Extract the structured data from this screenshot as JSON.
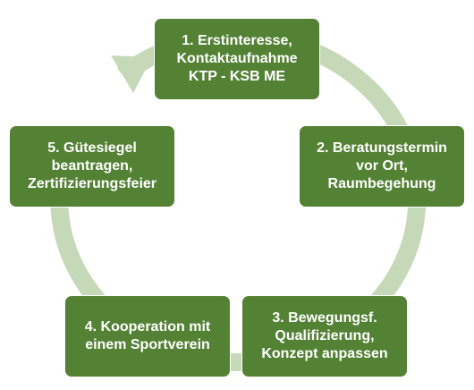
{
  "diagram": {
    "type": "cycle",
    "ring_color": "#c5d9b8",
    "box_color": "#548235",
    "text_color": "#ffffff",
    "steps": [
      {
        "label": "1. Erstinteresse,\nKontaktaufnahme\nKTP - KSB ME"
      },
      {
        "label": "2. Beratungstermin\nvor Ort,\nRaumbegehung"
      },
      {
        "label": "3. Bewegungsf.\nQualifizierung,\nKonzept anpassen"
      },
      {
        "label": "4. Kooperation mit\neinem Sportverein"
      },
      {
        "label": "5. Gütesiegel\nbeantragen,\nZertifizierungsfeier"
      }
    ]
  }
}
